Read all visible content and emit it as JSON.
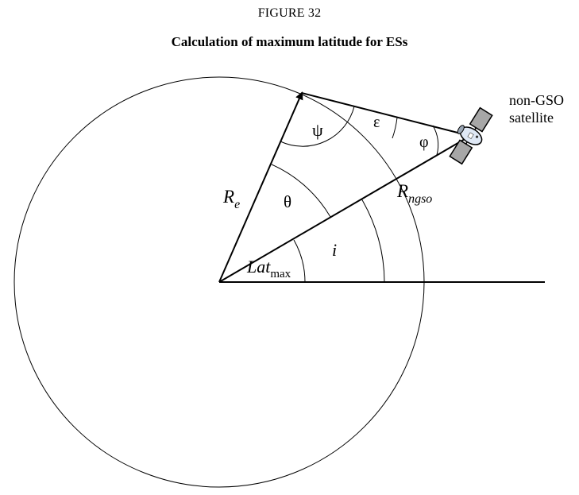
{
  "figure": {
    "number": "FIGURE 32",
    "title": "Calculation of maximum latitude for ESs"
  },
  "labels": {
    "psi": "ψ",
    "epsilon": "ε",
    "phi": "φ",
    "theta": "θ",
    "re_main": "R",
    "re_sub": "e",
    "rngso_main": "R",
    "rngso_sub": "ngso",
    "inclination": "i",
    "lat_main": "Lat",
    "lat_sub": "max",
    "satellite_line1": "non-GSO",
    "satellite_line2": "satellite"
  },
  "icons": {
    "satellite": "satellite-icon"
  }
}
